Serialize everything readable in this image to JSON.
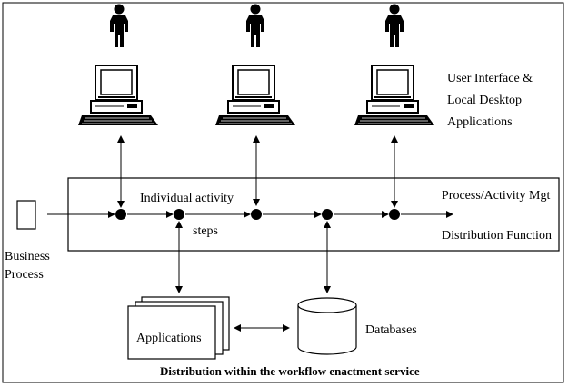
{
  "labels": {
    "ui_line1": "User Interface &",
    "ui_line2": "Local Desktop",
    "ui_line3": "Applications",
    "process_mgt": "Process/Activity Mgt",
    "distribution": "Distribution Function",
    "activity_line1": "Individual activity",
    "activity_line2": "steps",
    "business_line1": "Business",
    "business_line2": "Process",
    "applications": "Applications",
    "databases": "Databases",
    "caption": "Distribution within the workflow enactment service"
  },
  "icons": {
    "person": "person-icon",
    "workstation": "computer-workstation-icon",
    "document": "document-icon",
    "database": "database-cylinder-icon"
  },
  "colors": {
    "ink": "#000000",
    "background": "#ffffff"
  }
}
